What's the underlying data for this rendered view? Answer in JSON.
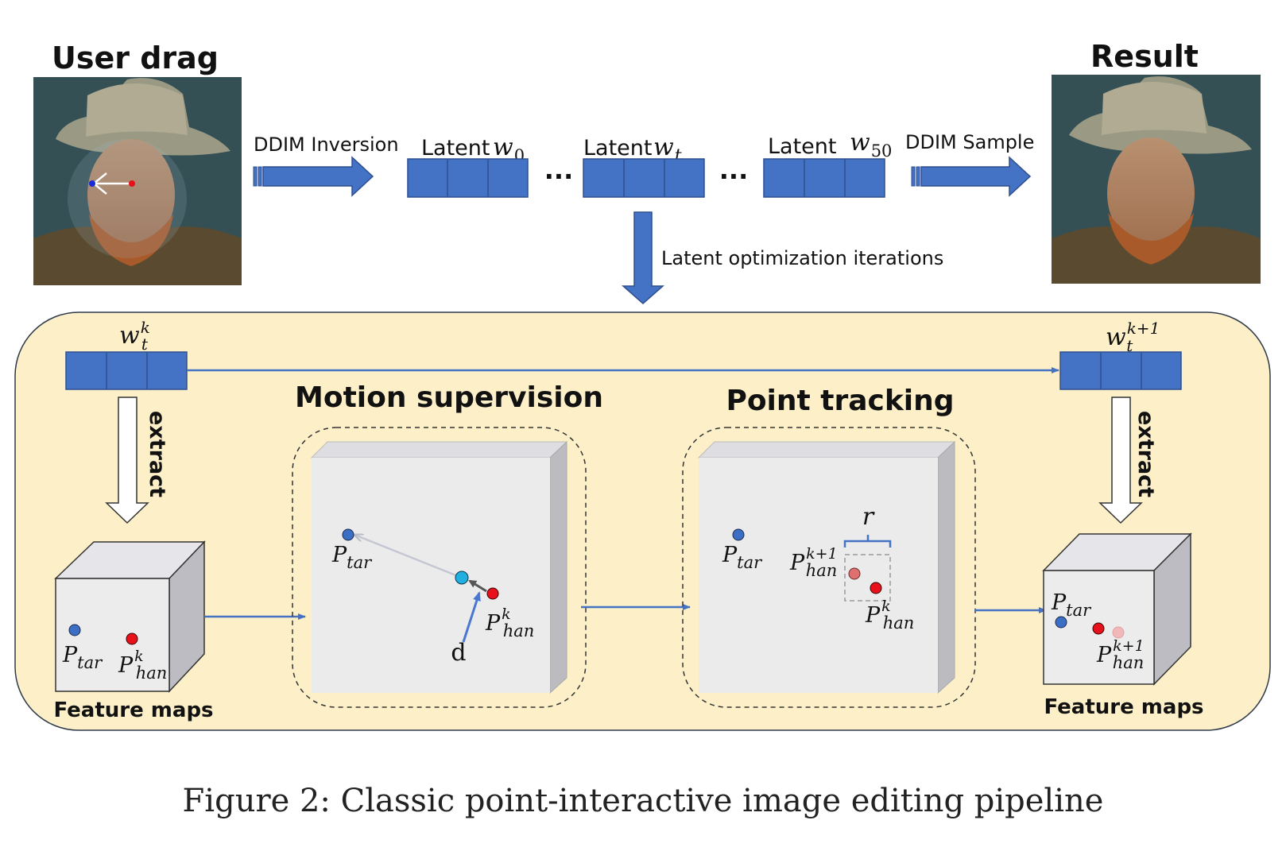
{
  "top": {
    "user_drag": "User drag",
    "result": "Result",
    "ddim_inversion": "DDIM Inversion",
    "ddim_sample": "DDIM Sample",
    "latent_word": "Latent",
    "w0_sym": "w",
    "w0_sub": "0",
    "wt_sym": "w",
    "wt_sub": "t",
    "w50_sym": "w",
    "w50_sub": "50",
    "ellipsis": "...",
    "latent_opt": "Latent optimization iterations"
  },
  "panel": {
    "wtk_sym": "w",
    "wtk_sub": "t",
    "wtk_sup": "k",
    "wtk1_sym": "w",
    "wtk1_sub": "t",
    "wtk1_sup": "k+1",
    "extract": "extract",
    "motion_supervision": "Motion supervision",
    "point_tracking": "Point tracking",
    "feature_maps": "Feature maps",
    "p_sym": "P",
    "tar_sub": "tar",
    "han_sub": "han",
    "sup_k": "k",
    "sup_k1": "k+1",
    "d_label": "d",
    "r_label": "r"
  },
  "caption": "Figure 2: Classic point-interactive image editing pipeline",
  "colors": {
    "block_fill": "#4472c4",
    "block_edge": "#2f4f8f",
    "panel_bg": "#fdf0c8",
    "target_point": "#3a6fc4",
    "handle_point": "#e8101a",
    "moved_point": "#20b0e0",
    "arrow_line": "#4472c4"
  }
}
